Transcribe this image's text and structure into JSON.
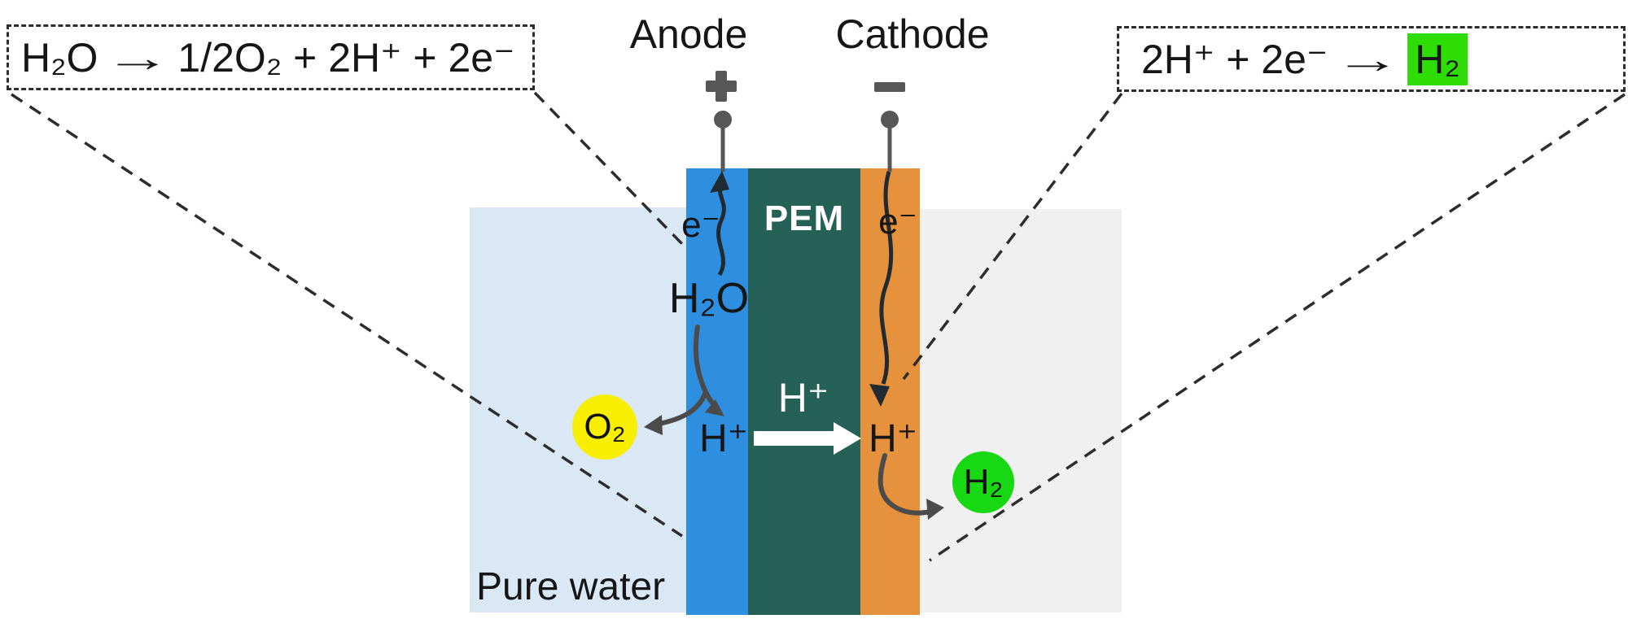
{
  "callout_left": {
    "reactant": "H₂O",
    "arrow": "→",
    "products": "1/2O₂ + 2H⁺ + 2e⁻"
  },
  "callout_right": {
    "reactants": "2H⁺ + 2e⁻",
    "arrow": "→",
    "product": "H₂"
  },
  "terminals": {
    "anode_label": "Anode",
    "anode_sign": "+",
    "cathode_label": "Cathode",
    "cathode_sign": "−"
  },
  "cell": {
    "membrane_label": "PEM",
    "water_label": "Pure water",
    "anode_electron": "e⁻",
    "cathode_electron": "e⁻",
    "water_molecule": "H₂O",
    "proton_anode": "H⁺",
    "proton_membrane": "H⁺",
    "proton_cathode": "H⁺",
    "oxygen_bubble": "O₂",
    "hydrogen_bubble": "H₂"
  },
  "colors": {
    "anode_bar": "#2e8fe0",
    "membrane_bar": "#266158",
    "cathode_bar": "#e6913c",
    "water_left_bg": "#dae8f5",
    "water_right_bg": "#f0f0f0",
    "oxygen_bubble_bg": "#f8ee00",
    "hydrogen_bubble_bg": "#17d813",
    "h2_highlight_bg": "#2edc06",
    "hardware_gray": "#575757",
    "flow_arrow": "#4b4b4b",
    "electron_arrow": "#212b31",
    "dashed_line": "#2d2d2d",
    "proton_arrow": "#ffffff",
    "text": "#161616"
  }
}
